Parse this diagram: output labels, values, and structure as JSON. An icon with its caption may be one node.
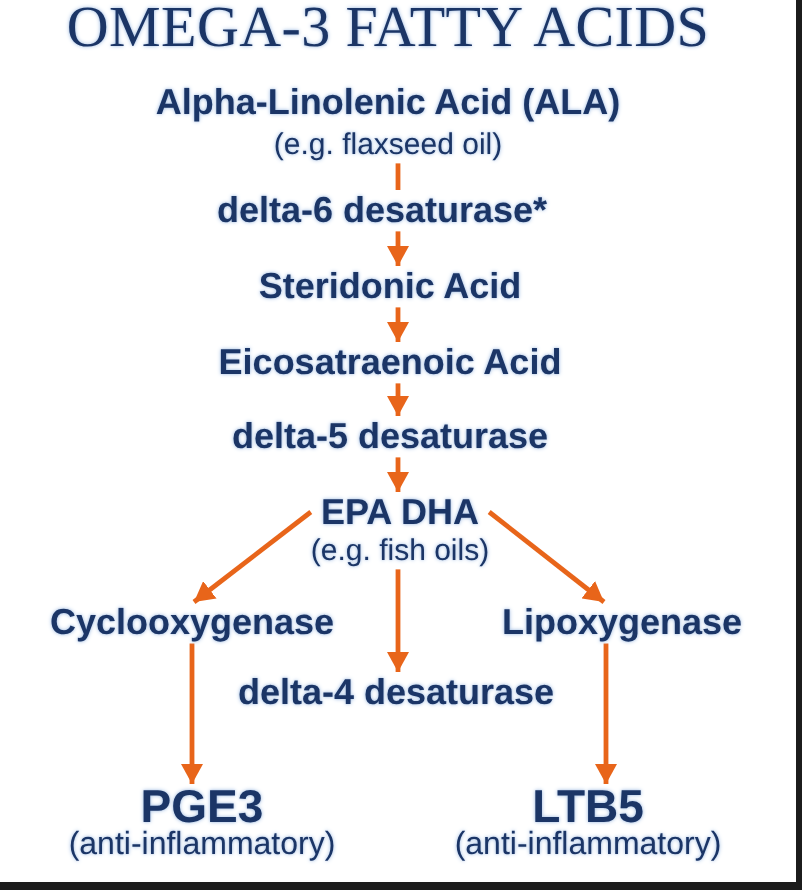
{
  "diagram": {
    "title": "OMEGA-3 FATTY ACIDS",
    "nodes": [
      {
        "text": [
          "Alpha-Linolenic Acid (ALA)",
          "(e.g. flaxseed oil)"
        ]
      },
      {
        "text": [
          "delta-6 desaturase*"
        ]
      },
      {
        "text": [
          "Steridonic Acid"
        ]
      },
      {
        "text": [
          "Eicosatraenoic Acid"
        ]
      },
      {
        "text": [
          "delta-5 desaturase"
        ]
      },
      {
        "text": [
          "EPA DHA",
          "(e.g. fish oils)"
        ]
      },
      {
        "text": [
          "Cyclooxygenase"
        ]
      },
      {
        "text": [
          "Lipoxygenase"
        ]
      },
      {
        "text": [
          "delta-4 desaturase"
        ]
      },
      {
        "text": [
          "PGE3",
          "(anti-inflammatory)"
        ]
      },
      {
        "text": [
          "LTB5",
          "(anti-inflammatory)"
        ]
      }
    ],
    "edges": [
      {
        "from": 0,
        "to": 1,
        "arrow": "none"
      },
      {
        "from": 1,
        "to": 2,
        "arrow": "to"
      },
      {
        "from": 2,
        "to": 3,
        "arrow": "to"
      },
      {
        "from": 3,
        "to": 4,
        "arrow": "to"
      },
      {
        "from": 4,
        "to": 5,
        "arrow": "to"
      },
      {
        "from": 5,
        "to": 6,
        "arrow": "to"
      },
      {
        "from": 5,
        "to": 7,
        "arrow": "to"
      },
      {
        "from": 5,
        "to": 8,
        "arrow": "to"
      },
      {
        "from": 6,
        "to": 9,
        "arrow": "to"
      },
      {
        "from": 7,
        "to": 10,
        "arrow": "to"
      }
    ]
  }
}
